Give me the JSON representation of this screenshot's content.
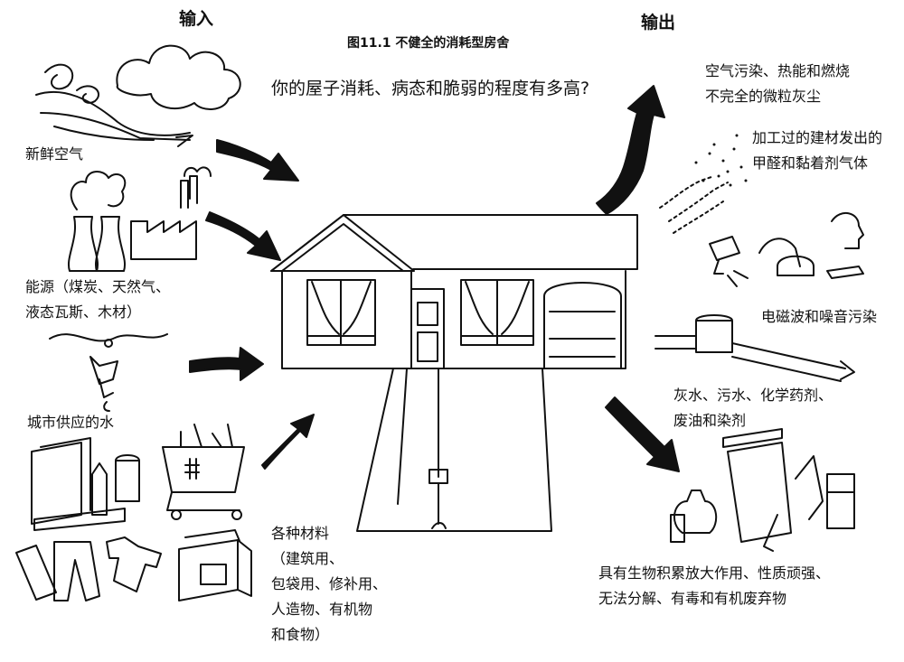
{
  "figure_title": "图11.1 不健全的消耗型房舍",
  "inputs_heading": "输入",
  "outputs_heading": "输出",
  "question": "你的屋子消耗、病态和脆弱的程度有多高?",
  "inputs": {
    "air": "新鲜空气",
    "energy": [
      "能源（煤炭、天然气、",
      "液态瓦斯、木材）"
    ],
    "water": "城市供应的水",
    "materials": [
      "各种材料",
      "（建筑用、",
      "包袋用、修补用、",
      "人造物、有机物",
      "和食物）"
    ]
  },
  "outputs": {
    "air_pollution": [
      "空气污染、热能和燃烧",
      "不完全的微粒灰尘"
    ],
    "formaldehyde": [
      "加工过的建材发出的",
      "甲醛和黏着剂气体"
    ],
    "em_noise": "电磁波和噪音污染",
    "wastewater": [
      "灰水、污水、化学药剂、",
      "废油和染剂"
    ],
    "waste": [
      "具有生物积累放大作用、性质顽强、",
      "无法分解、有毒和有机废弃物"
    ]
  }
}
